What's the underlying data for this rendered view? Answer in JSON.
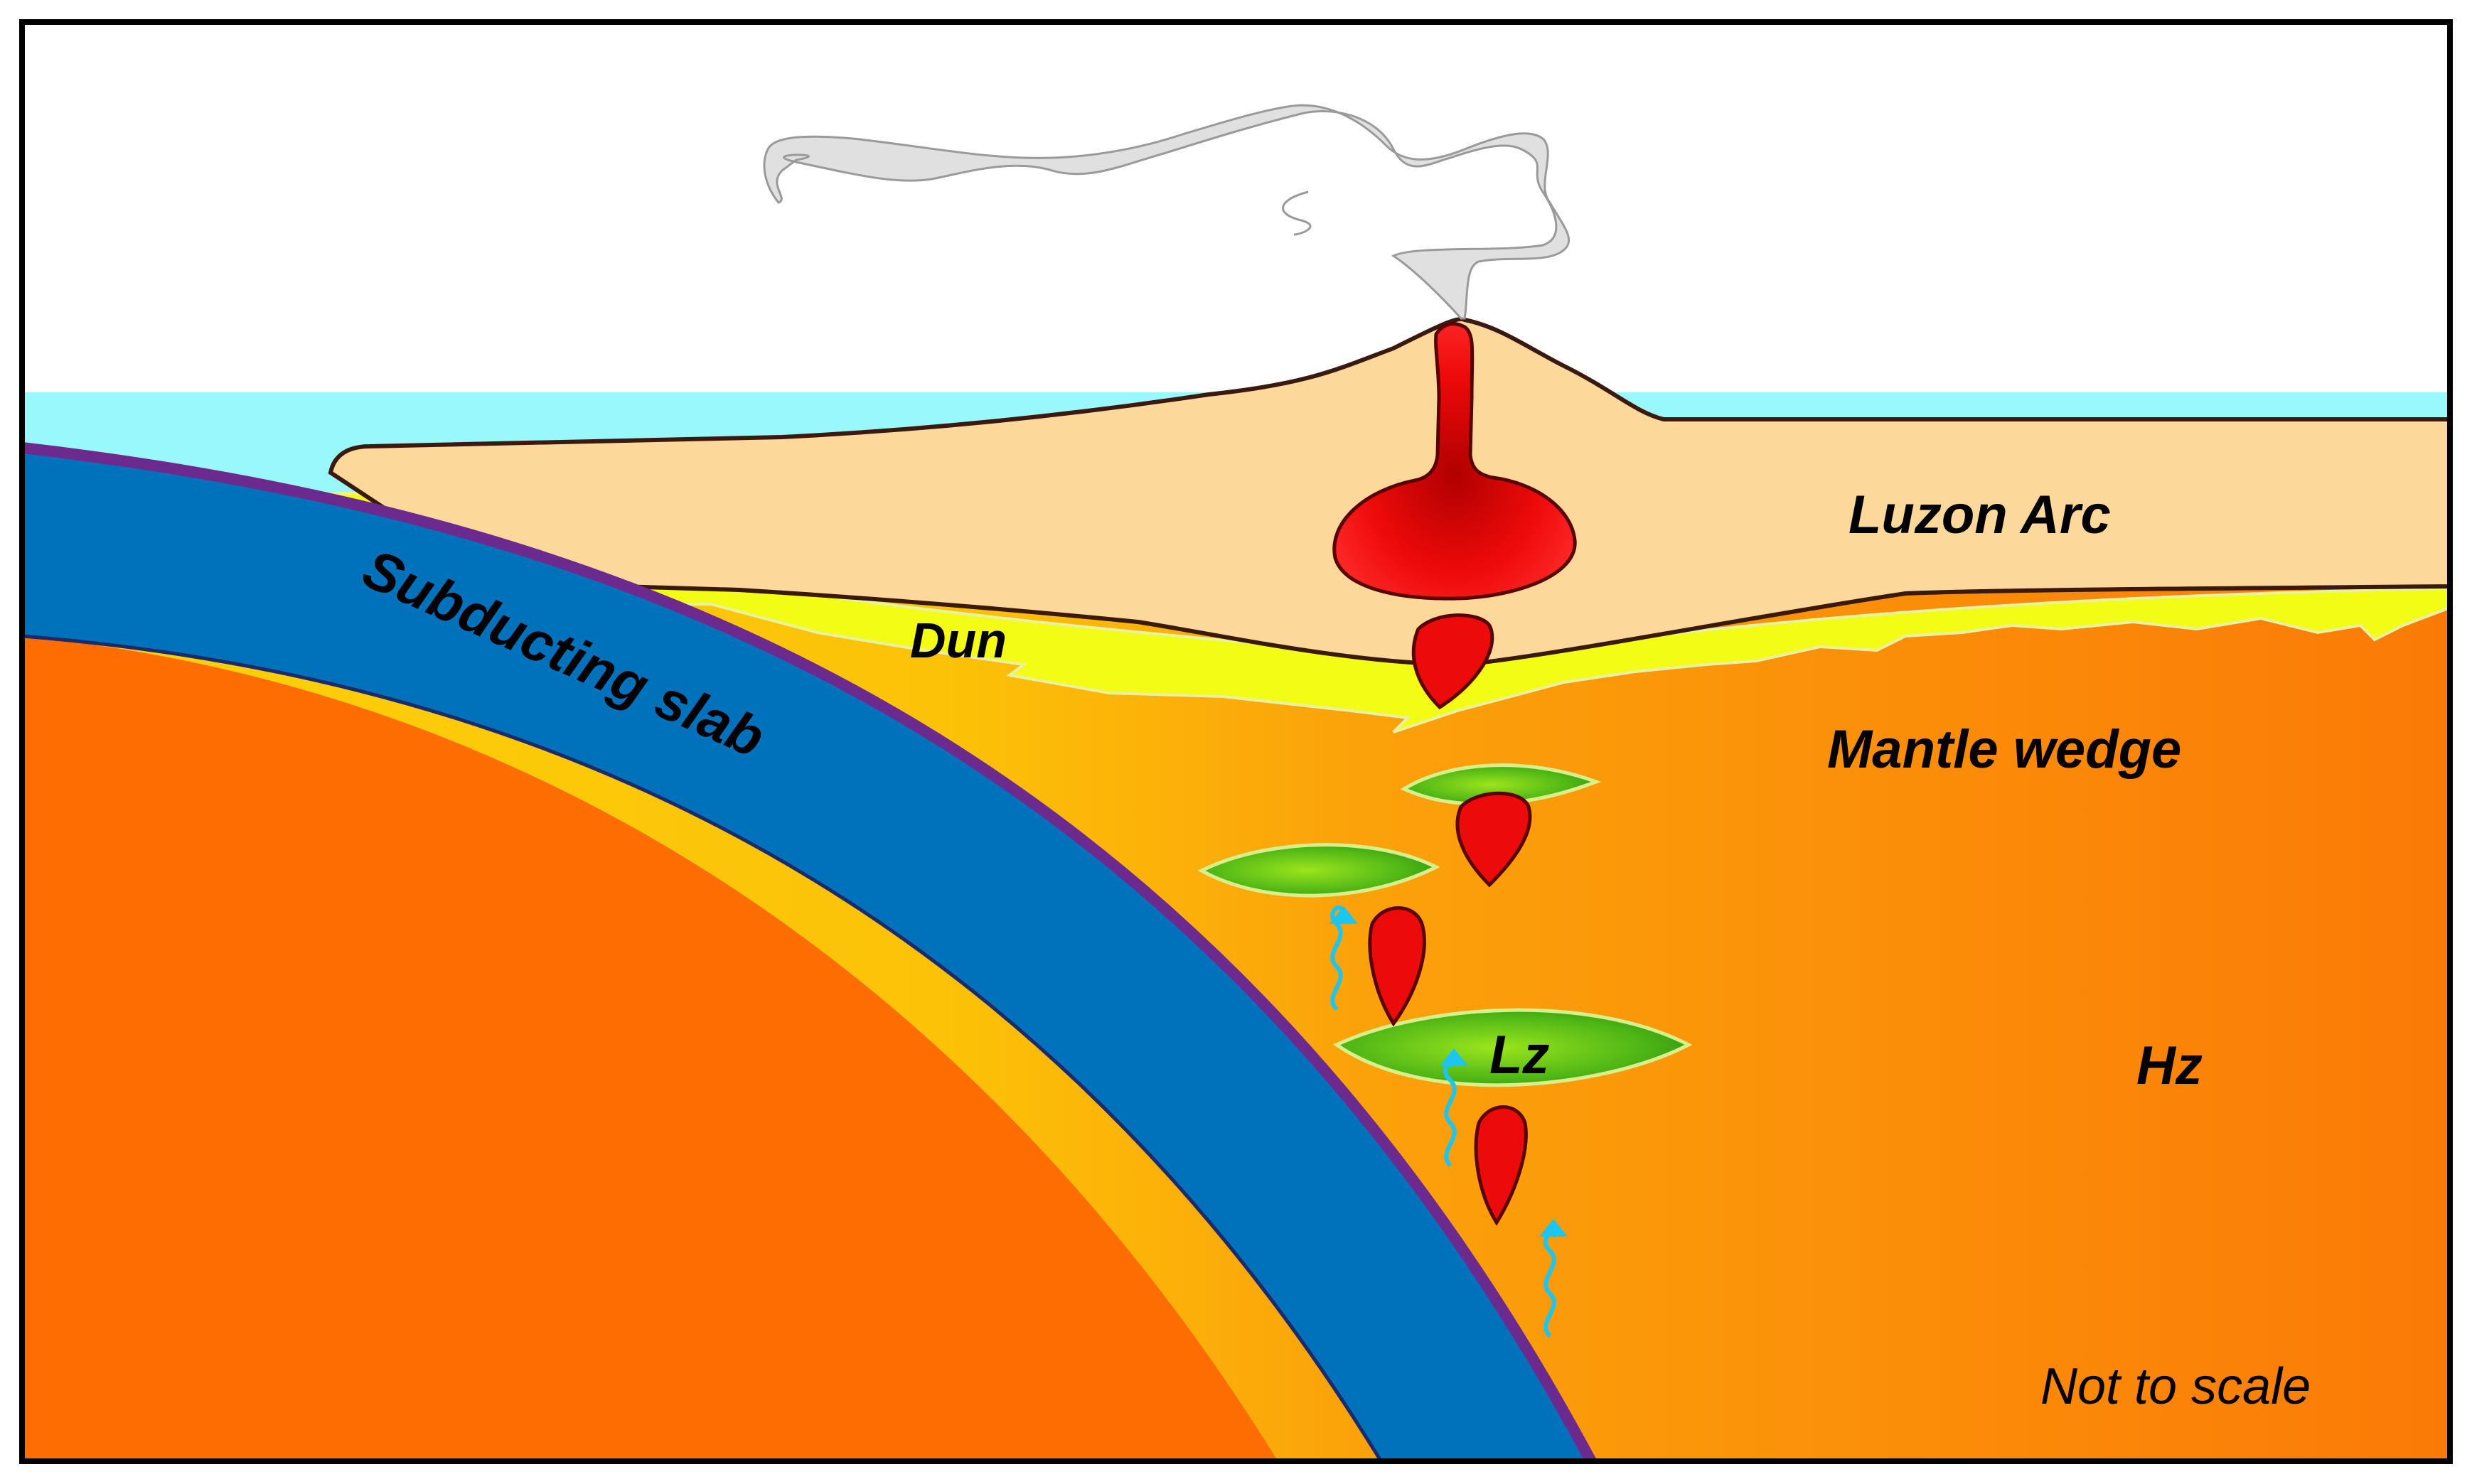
{
  "labels": {
    "luzon_arc": "Luzon Arc",
    "subducting_slab": "Subducting slab",
    "dun": "Dun",
    "mantle_wedge": "Mantle wedge",
    "lz": "Lz",
    "hz": "Hz",
    "not_to_scale": "Not to scale"
  },
  "colors": {
    "sky": "#ffffff",
    "sea": "#99f8fc",
    "arc_crust": "#fcd89b",
    "dunite_layer": "#f2fc14",
    "mantle_wedge_light": "#fcc207",
    "mantle_wedge_dark": "#fb7a07",
    "slab": "#0071bb",
    "slab_top": "#6c2a8e",
    "lower_mantle": "#fe6d02",
    "magma": "#ed0a0a",
    "lherzolite": "#5ebf14",
    "fluid_arrows": "#1cc5f2",
    "smoke": "#e0e0e0"
  }
}
